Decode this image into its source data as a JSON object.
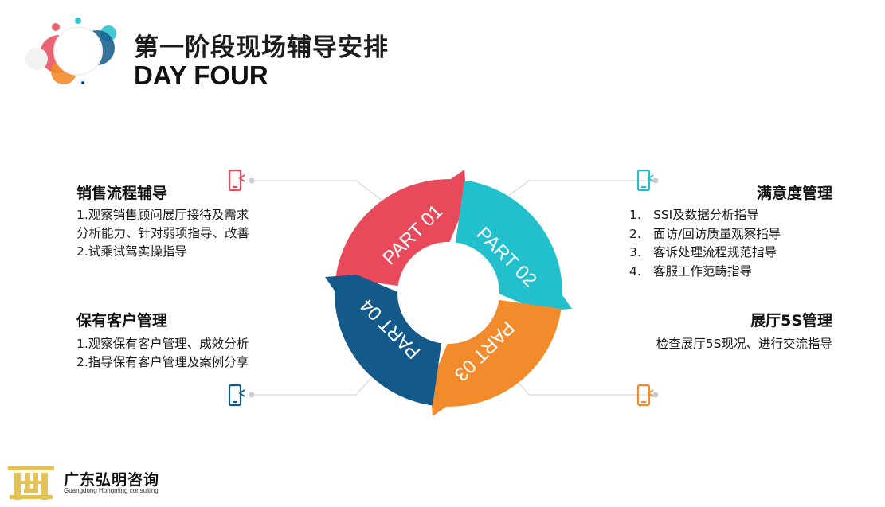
{
  "header": {
    "title": "第一阶段现场辅导安排",
    "subtitle": "DAY FOUR"
  },
  "cycle": {
    "parts": [
      {
        "label": "PART 01",
        "color": "#e8495b"
      },
      {
        "label": "PART 02",
        "color": "#22bfcd"
      },
      {
        "label": "PART 03",
        "color": "#f28b2c"
      },
      {
        "label": "PART 04",
        "color": "#135a8a"
      }
    ],
    "icons": [
      "phone-icon",
      "phone-icon",
      "phone-icon",
      "phone-icon"
    ]
  },
  "sections": {
    "sales": {
      "title": "销售流程辅导",
      "lines": [
        "1.观察销售顾问展厅接待及需求",
        "分析能力、针对弱项指导、改善",
        "2.试乘试驾实操指导"
      ]
    },
    "retention": {
      "title": "保有客户管理",
      "lines": [
        "1.观察保有客户管理、成效分析",
        "2.指导保有客户管理及案例分享"
      ]
    },
    "satisfaction": {
      "title": "满意度管理",
      "items": [
        {
          "num": "1.",
          "text": "SSI及数据分析指导"
        },
        {
          "num": "2.",
          "text": "面访/回访质量观察指导"
        },
        {
          "num": "3.",
          "text": "客诉处理流程规范指导"
        },
        {
          "num": "4.",
          "text": "客服工作范畴指导"
        }
      ]
    },
    "showroom": {
      "title": "展厅5S管理",
      "lines": [
        "检查展厅5S现况、进行交流指导"
      ]
    }
  },
  "footer": {
    "brand_cn": "广东弘明咨询",
    "brand_en": "Guangdong Hongming consulting"
  }
}
